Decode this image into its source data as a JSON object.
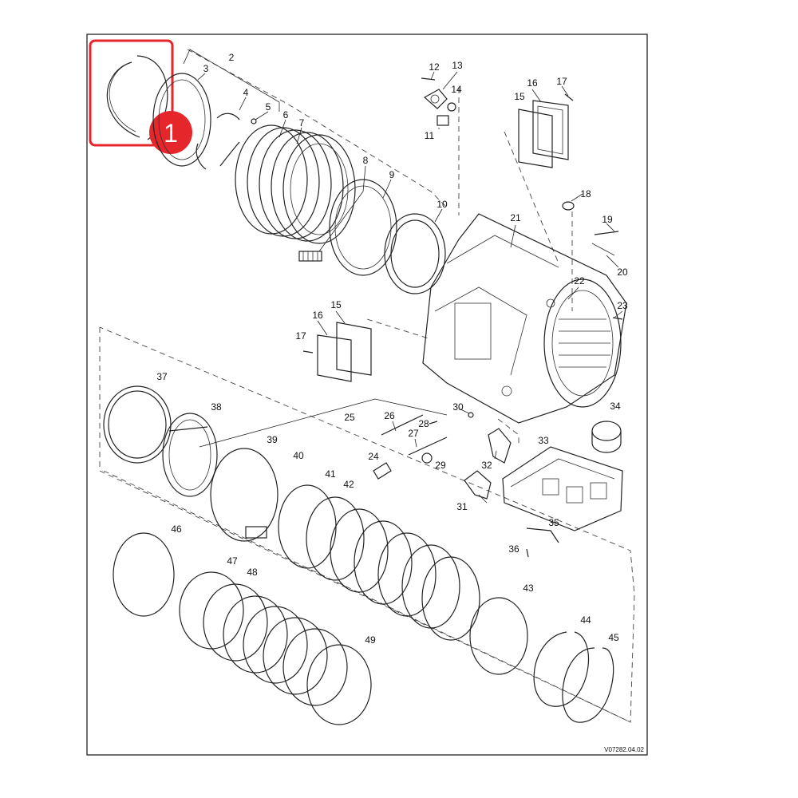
{
  "diagram": {
    "reference_code": "V07282.04.02",
    "highlight": {
      "number": "1",
      "color": "#e5262b",
      "badge_text_color": "#ffffff"
    },
    "callouts": [
      {
        "id": "c2",
        "text": "2"
      },
      {
        "id": "c3",
        "text": "3"
      },
      {
        "id": "c4",
        "text": "4"
      },
      {
        "id": "c5",
        "text": "5"
      },
      {
        "id": "c6",
        "text": "6"
      },
      {
        "id": "c7",
        "text": "7"
      },
      {
        "id": "c8",
        "text": "8"
      },
      {
        "id": "c9",
        "text": "9"
      },
      {
        "id": "c10",
        "text": "10"
      },
      {
        "id": "c11",
        "text": "11"
      },
      {
        "id": "c12",
        "text": "12"
      },
      {
        "id": "c13",
        "text": "13"
      },
      {
        "id": "c14",
        "text": "14"
      },
      {
        "id": "c15a",
        "text": "15"
      },
      {
        "id": "c16a",
        "text": "16"
      },
      {
        "id": "c17a",
        "text": "17"
      },
      {
        "id": "c18",
        "text": "18"
      },
      {
        "id": "c19",
        "text": "19"
      },
      {
        "id": "c20",
        "text": "20"
      },
      {
        "id": "c21",
        "text": "21"
      },
      {
        "id": "c22",
        "text": "22"
      },
      {
        "id": "c23",
        "text": "23"
      },
      {
        "id": "c15b",
        "text": "15"
      },
      {
        "id": "c16b",
        "text": "16"
      },
      {
        "id": "c17b",
        "text": "17"
      },
      {
        "id": "c24",
        "text": "24"
      },
      {
        "id": "c25",
        "text": "25"
      },
      {
        "id": "c26",
        "text": "26"
      },
      {
        "id": "c27",
        "text": "27"
      },
      {
        "id": "c28",
        "text": "28"
      },
      {
        "id": "c29",
        "text": "29"
      },
      {
        "id": "c30",
        "text": "30"
      },
      {
        "id": "c31",
        "text": "31"
      },
      {
        "id": "c32",
        "text": "32"
      },
      {
        "id": "c33",
        "text": "33"
      },
      {
        "id": "c34",
        "text": "34"
      },
      {
        "id": "c35",
        "text": "35"
      },
      {
        "id": "c36",
        "text": "36"
      },
      {
        "id": "c37",
        "text": "37"
      },
      {
        "id": "c38",
        "text": "38"
      },
      {
        "id": "c39",
        "text": "39"
      },
      {
        "id": "c40",
        "text": "40"
      },
      {
        "id": "c41",
        "text": "41"
      },
      {
        "id": "c42",
        "text": "42"
      },
      {
        "id": "c43",
        "text": "43"
      },
      {
        "id": "c44",
        "text": "44"
      },
      {
        "id": "c45",
        "text": "45"
      },
      {
        "id": "c46",
        "text": "46"
      },
      {
        "id": "c47",
        "text": "47"
      },
      {
        "id": "c48",
        "text": "48"
      },
      {
        "id": "c49",
        "text": "49"
      }
    ]
  }
}
